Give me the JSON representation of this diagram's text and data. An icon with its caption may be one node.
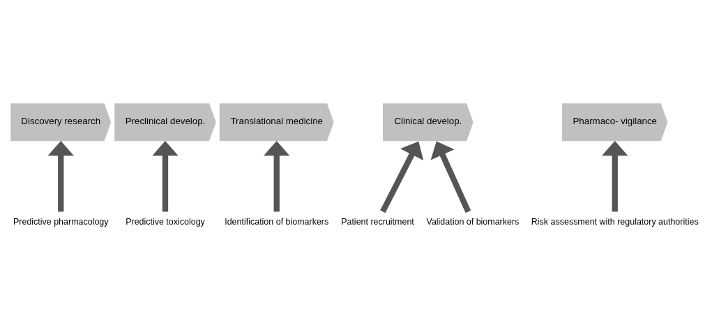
{
  "diagram": {
    "nodes": [
      {
        "text": [
          "Discovery research"
        ]
      },
      {
        "text": [
          "Preclinical develop."
        ]
      },
      {
        "text": [
          "Translational medicine"
        ]
      },
      {
        "text": [
          "Clinical develop."
        ]
      },
      {
        "text": [
          "Pharmaco- vigilance"
        ]
      },
      {
        "text": [
          "Predictive pharmacology"
        ]
      },
      {
        "text": [
          "Predictive toxicology"
        ]
      },
      {
        "text": [
          "Identification of biomarkers"
        ]
      },
      {
        "text": [
          "Patient recruitment"
        ]
      },
      {
        "text": [
          "Validation of biomarkers"
        ]
      },
      {
        "text": [
          "Risk assessment with regulatory authorities"
        ]
      }
    ],
    "edges": [
      {
        "from": 5,
        "to": 0,
        "arrow": "to"
      },
      {
        "from": 6,
        "to": 1,
        "arrow": "to"
      },
      {
        "from": 7,
        "to": 2,
        "arrow": "to"
      },
      {
        "from": 8,
        "to": 3,
        "arrow": "to"
      },
      {
        "from": 9,
        "to": 3,
        "arrow": "to"
      },
      {
        "from": 10,
        "to": 4,
        "arrow": "to"
      }
    ]
  }
}
